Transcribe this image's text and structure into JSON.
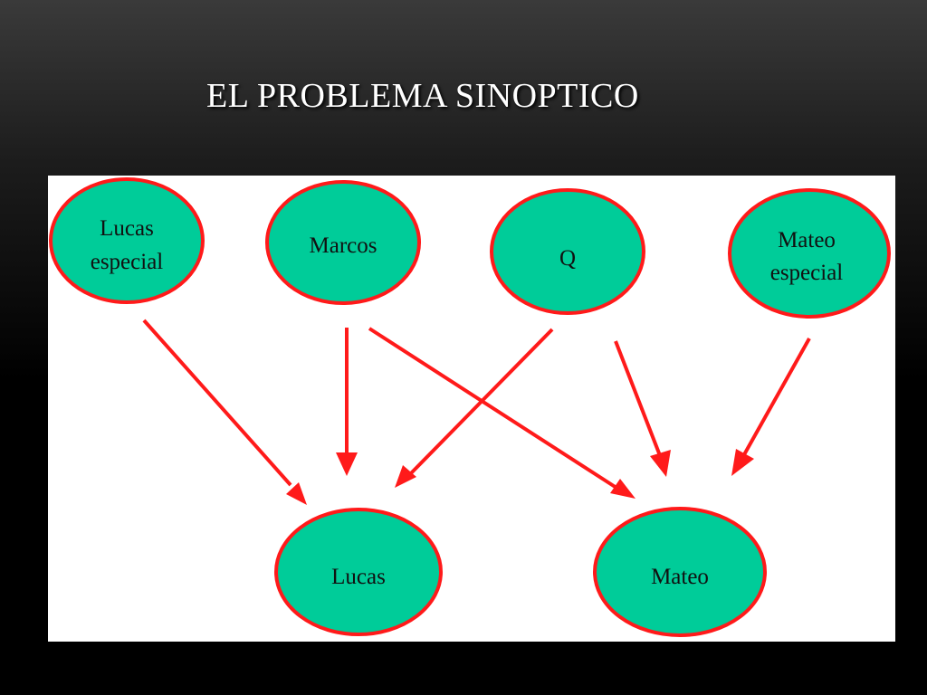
{
  "slide": {
    "title": "EL PROBLEMA SINOPTICO"
  },
  "colors": {
    "node_fill": "#00cc99",
    "node_stroke": "#ff1a1a",
    "arrow": "#ff1a1a",
    "panel_background": "#ffffff"
  },
  "nodes": [
    {
      "id": "lucas-especial",
      "lines": [
        "Lucas",
        "especial"
      ]
    },
    {
      "id": "marcos",
      "lines": [
        "Marcos"
      ]
    },
    {
      "id": "q",
      "lines": [
        "Q"
      ]
    },
    {
      "id": "mateo-especial",
      "lines": [
        "Mateo",
        "especial"
      ]
    },
    {
      "id": "lucas",
      "lines": [
        "Lucas"
      ]
    },
    {
      "id": "mateo",
      "lines": [
        "Mateo"
      ]
    }
  ],
  "edges": [
    {
      "from": "lucas-especial",
      "to": "lucas"
    },
    {
      "from": "marcos",
      "to": "lucas"
    },
    {
      "from": "marcos",
      "to": "mateo"
    },
    {
      "from": "q",
      "to": "lucas"
    },
    {
      "from": "q",
      "to": "mateo"
    },
    {
      "from": "mateo-especial",
      "to": "mateo"
    }
  ]
}
